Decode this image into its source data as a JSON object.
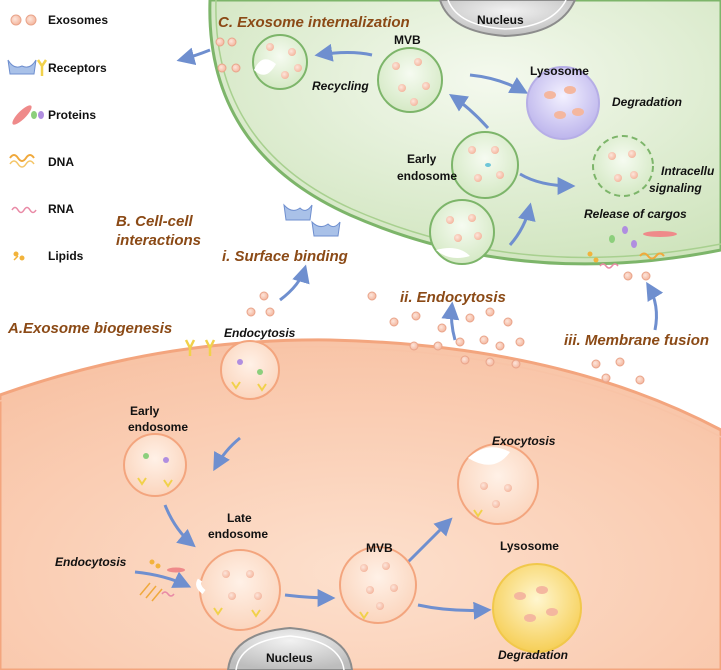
{
  "legend": [
    {
      "icon": "exosome-icon",
      "label": "Exosomes"
    },
    {
      "icon": "receptor-icon",
      "label": "Receptors"
    },
    {
      "icon": "protein-icon",
      "label": "Proteins"
    },
    {
      "icon": "dna-icon",
      "label": "DNA"
    },
    {
      "icon": "rna-icon",
      "label": "RNA"
    },
    {
      "icon": "lipid-icon",
      "label": "Lipids"
    }
  ],
  "recipient": {
    "section_title": "C. Exosome internalization",
    "nucleus": "Nucleus",
    "mvb": "MVB",
    "recycling": "Recycling",
    "lysosome": "Lysosome",
    "degradation": "Degradation",
    "early_endosome_line1": "Early",
    "early_endosome_line2": "endosome",
    "intracellular_line1": "Intracellu",
    "intracellular_line2": "signaling",
    "release_of_cargos": "Release of cargos"
  },
  "interactions": {
    "title_line1": "B. Cell-cell",
    "title_line2": "interactions",
    "surface_binding": "i. Surface binding",
    "endocytosis": "ii. Endocytosis",
    "membrane_fusion": "iii. Membrane fusion"
  },
  "donor": {
    "section_title": "A.Exosome biogenesis",
    "endocytosis_top": "Endocytosis",
    "early_endosome_line1": "Early",
    "early_endosome_line2": "endosome",
    "late_endosome_line1": "Late",
    "late_endosome_line2": "endosome",
    "endocytosis_left": "Endocytosis",
    "mvb": "MVB",
    "exocytosis": "Exocytosis",
    "lysosome": "Lysosome",
    "degradation": "Degradation",
    "nucleus": "Nucleus"
  },
  "colors": {
    "recipient_cell": "#dcebcf",
    "recipient_membrane": "#7db56a",
    "donor_cell": "#fbd3bc",
    "donor_membrane": "#f3a57e",
    "section_title": "#8b4a16",
    "arrow": "#6f8fcf",
    "exosome": "#f7c4b0",
    "lysosome_recipient": "#c9c3ef",
    "lysosome_donor": "#f9d774"
  }
}
